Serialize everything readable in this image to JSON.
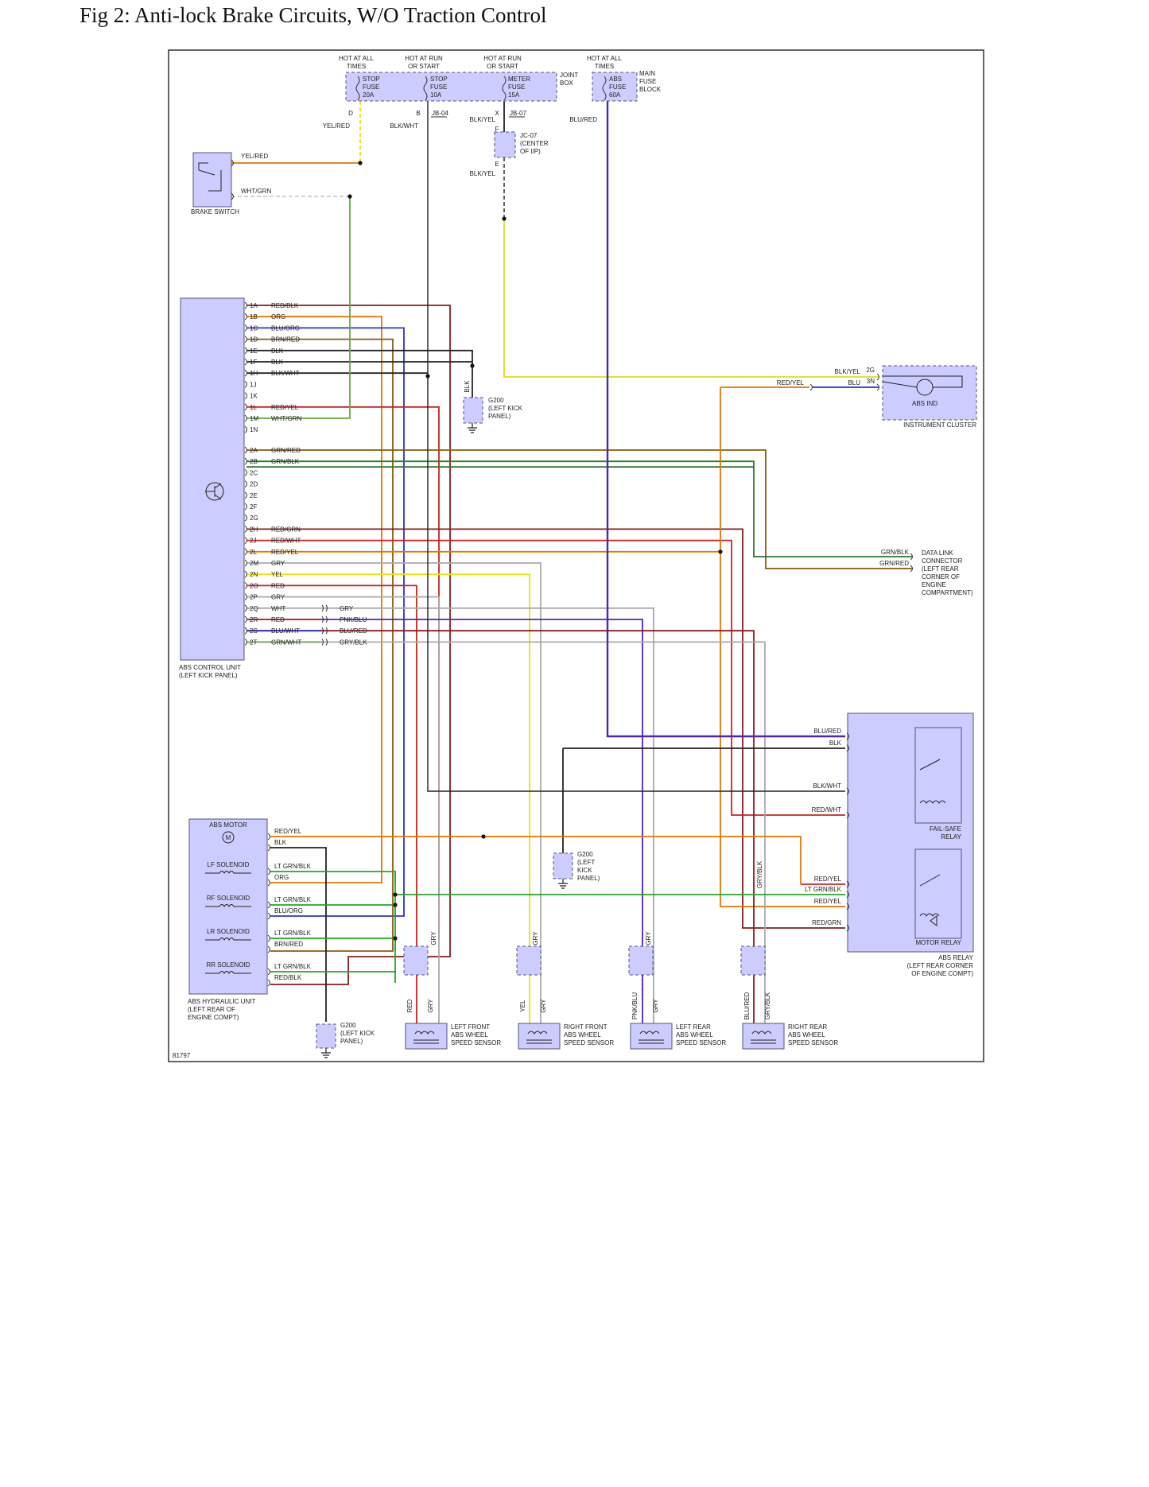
{
  "title": "Fig 2: Anti-lock Brake Circuits, W/O Traction Control",
  "figure_id": "81797",
  "power_sources": {
    "hot_all_times_1": [
      "HOT AT ALL",
      "TIMES"
    ],
    "hot_run_start_1": [
      "HOT AT RUN",
      "OR START"
    ],
    "hot_run_start_2": [
      "HOT AT RUN",
      "OR START"
    ],
    "hot_all_times_2": [
      "HOT AT ALL",
      "TIMES"
    ]
  },
  "fuses": {
    "stop20": [
      "STOP",
      "FUSE",
      "20A"
    ],
    "stop10": [
      "STOP",
      "FUSE",
      "10A"
    ],
    "meter15": [
      "METER",
      "FUSE",
      "15A"
    ],
    "abs60": [
      "ABS",
      "FUSE",
      "60A"
    ],
    "joint_box": [
      "JOINT",
      "BOX"
    ],
    "main_fuse_block": [
      "MAIN",
      "FUSE",
      "BLOCK"
    ]
  },
  "pins": {
    "d": "D",
    "b": "B",
    "x": "X",
    "f": "F",
    "e": "E",
    "g2": "2G",
    "n3": "3N"
  },
  "connectors": {
    "jb04": "JB-04",
    "jb07": "JB-07",
    "jc07": [
      "JC-07",
      "(CENTER",
      "OF I/P)"
    ]
  },
  "wire_labels": {
    "yel_red": "YEL/RED",
    "blk_wht": "BLK/WHT",
    "blk_yel": "BLK/YEL",
    "blu_red": "BLU/RED",
    "wht_grn": "WHT/GRN",
    "blk": "BLK",
    "blu": "BLU",
    "red_yel": "RED/YEL",
    "grn_blk": "GRN/BLK",
    "grn_red": "GRN/RED",
    "red_wht": "RED/WHT",
    "lt_grn_blk": "LT GRN/BLK",
    "red_grn": "RED/GRN",
    "gry_blk": "GRY/BLK",
    "gry": "GRY",
    "red": "RED",
    "yel": "YEL",
    "pnk_blu": "PNK/BLU"
  },
  "brake_switch": "BRAKE SWITCH",
  "abs_control_unit": {
    "label": [
      "ABS CONTROL UNIT",
      "(LEFT KICK PANEL)"
    ],
    "pins": [
      {
        "pin": "1A",
        "wire": "RED/BLK"
      },
      {
        "pin": "1B",
        "wire": "ORG"
      },
      {
        "pin": "1C",
        "wire": "BLU/ORG"
      },
      {
        "pin": "1D",
        "wire": "BRN/RED"
      },
      {
        "pin": "1E",
        "wire": "BLK"
      },
      {
        "pin": "1F",
        "wire": "BLK"
      },
      {
        "pin": "1H",
        "wire": "BLK/WHT"
      },
      {
        "pin": "1J",
        "wire": ""
      },
      {
        "pin": "1K",
        "wire": ""
      },
      {
        "pin": "1L",
        "wire": "RED/YEL"
      },
      {
        "pin": "1M",
        "wire": "WHT/GRN"
      },
      {
        "pin": "1N",
        "wire": ""
      },
      {
        "pin": "2A",
        "wire": "GRN/RED"
      },
      {
        "pin": "2B",
        "wire": "GRN/BLK"
      },
      {
        "pin": "2C",
        "wire": ""
      },
      {
        "pin": "2D",
        "wire": ""
      },
      {
        "pin": "2E",
        "wire": ""
      },
      {
        "pin": "2F",
        "wire": ""
      },
      {
        "pin": "2G",
        "wire": ""
      },
      {
        "pin": "2H",
        "wire": "RED/GRN"
      },
      {
        "pin": "2J",
        "wire": "RED/WHT"
      },
      {
        "pin": "2L",
        "wire": "RED/YEL"
      },
      {
        "pin": "2M",
        "wire": "GRY"
      },
      {
        "pin": "2N",
        "wire": "YEL"
      },
      {
        "pin": "2O",
        "wire": "RED"
      },
      {
        "pin": "2P",
        "wire": "GRY"
      },
      {
        "pin": "2Q",
        "wire": "WHT"
      },
      {
        "pin": "2R",
        "wire": "RED"
      },
      {
        "pin": "2S",
        "wire": "BLU/WHT"
      },
      {
        "pin": "2T",
        "wire": "GRN/WHT"
      }
    ],
    "inline_wires": [
      "GRY",
      "PNK/BLU",
      "BLU/RED",
      "GRY/BLK"
    ]
  },
  "grounds": {
    "g200_a": [
      "G200",
      "(LEFT KICK",
      "PANEL)"
    ],
    "g200_b": [
      "G200",
      "(LEFT",
      "KICK",
      "PANEL)"
    ],
    "g200_c": [
      "G200",
      "(LEFT KICK",
      "PANEL)"
    ]
  },
  "instrument_cluster": {
    "indicator": "ABS IND",
    "label": "INSTRUMENT CLUSTER"
  },
  "data_link_connector": [
    "DATA LINK",
    "CONNECTOR",
    "(LEFT REAR",
    "CORNER OF",
    "ENGINE",
    "COMPARTMENT)"
  ],
  "abs_relay": {
    "fail_safe": [
      "FAIL-SAFE",
      "RELAY"
    ],
    "motor": "MOTOR RELAY",
    "label": [
      "ABS RELAY",
      "(LEFT REAR CORNER",
      "OF ENGINE COMPT)"
    ]
  },
  "hydraulic_unit": {
    "label": [
      "ABS HYDRAULIC UNIT",
      "(LEFT REAR OF",
      "ENGINE COMPT)"
    ],
    "motor": "ABS MOTOR",
    "motor_symbol": "M",
    "solenoids": [
      {
        "name": "LF SOLENOID",
        "w1": "LT GRN/BLK",
        "w2": "ORG"
      },
      {
        "name": "RF SOLENOID",
        "w1": "LT GRN/BLK",
        "w2": "BLU/ORG"
      },
      {
        "name": "LR SOLENOID",
        "w1": "LT GRN/BLK",
        "w2": "BRN/RED"
      },
      {
        "name": "RR SOLENOID",
        "w1": "LT GRN/BLK",
        "w2": "RED/BLK"
      }
    ],
    "motor_wires": [
      "RED/YEL",
      "BLK"
    ]
  },
  "sensors": [
    {
      "name": [
        "LEFT FRONT",
        "ABS WHEEL",
        "SPEED SENSOR"
      ],
      "w1": "RED",
      "w2": "GRY"
    },
    {
      "name": [
        "RIGHT FRONT",
        "ABS WHEEL",
        "SPEED SENSOR"
      ],
      "w1": "YEL",
      "w2": "GRY"
    },
    {
      "name": [
        "LEFT REAR",
        "ABS WHEEL",
        "SPEED SENSOR"
      ],
      "w1": "PNK/BLU",
      "w2": "GRY"
    },
    {
      "name": [
        "RIGHT REAR",
        "ABS WHEEL",
        "SPEED SENSOR"
      ],
      "w1": "BLU/RED",
      "w2": "GRY/BLK"
    }
  ],
  "colors": {
    "component_fill": "#ccccff",
    "component_stroke": "#555577",
    "red": "#cc2222",
    "dark_red": "#8b1a1a",
    "orange": "#e07800",
    "yellow": "#e8e800",
    "green": "#22aa22",
    "dark_green": "#2a7a2a",
    "blue": "#3030cc",
    "purple": "#5522bb",
    "gray": "#aaaaaa",
    "black": "#222222",
    "brown": "#8a5a10"
  }
}
